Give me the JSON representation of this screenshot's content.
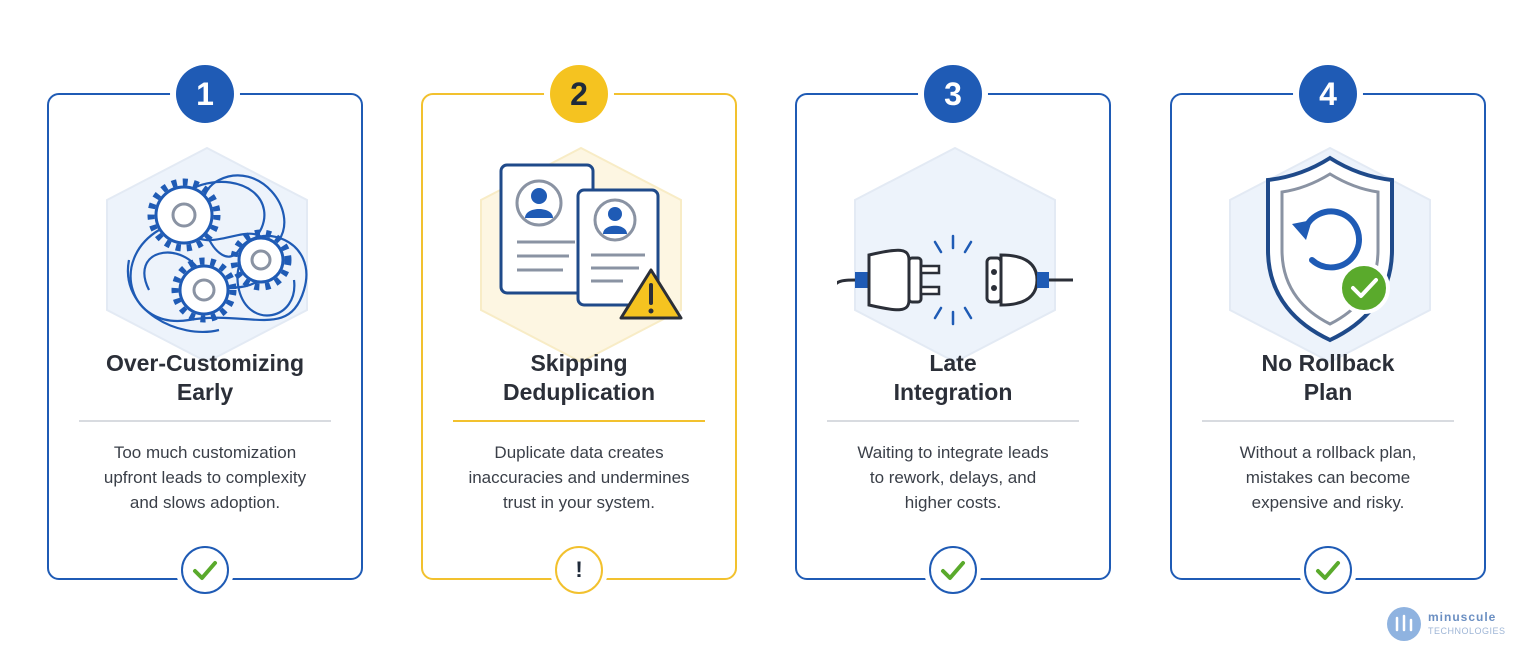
{
  "cards": [
    {
      "number": "1",
      "title_line1": "Over-Customizing",
      "title_line2": "Early",
      "desc_line1": "Too much customization",
      "desc_line2": "upfront leads to complexity",
      "desc_line3": "and slows adoption.",
      "status": "check",
      "accent": "#1f5bb5"
    },
    {
      "number": "2",
      "title_line1": "Skipping",
      "title_line2": "Deduplication",
      "desc_line1": "Duplicate data creates",
      "desc_line2": "inaccuracies and undermines",
      "desc_line3": "trust in your system.",
      "status": "!",
      "accent": "#f2c12e"
    },
    {
      "number": "3",
      "title_line1": "Late",
      "title_line2": "Integration",
      "desc_line1": "Waiting to integrate leads",
      "desc_line2": "to rework, delays, and",
      "desc_line3": "higher costs.",
      "status": "check",
      "accent": "#1f5bb5"
    },
    {
      "number": "4",
      "title_line1": "No Rollback",
      "title_line2": "Plan",
      "desc_line1": "Without a rollback plan,",
      "desc_line2": "mistakes can become",
      "desc_line3": "expensive and risky.",
      "status": "check",
      "accent": "#1f5bb5"
    }
  ],
  "logo": {
    "name": "minuscule",
    "sub": "TECHNOLOGIES"
  },
  "colors": {
    "blue": "#1f5bb5",
    "yellow": "#f2c12e",
    "green": "#5aaa2c",
    "text": "#2b2f38"
  }
}
